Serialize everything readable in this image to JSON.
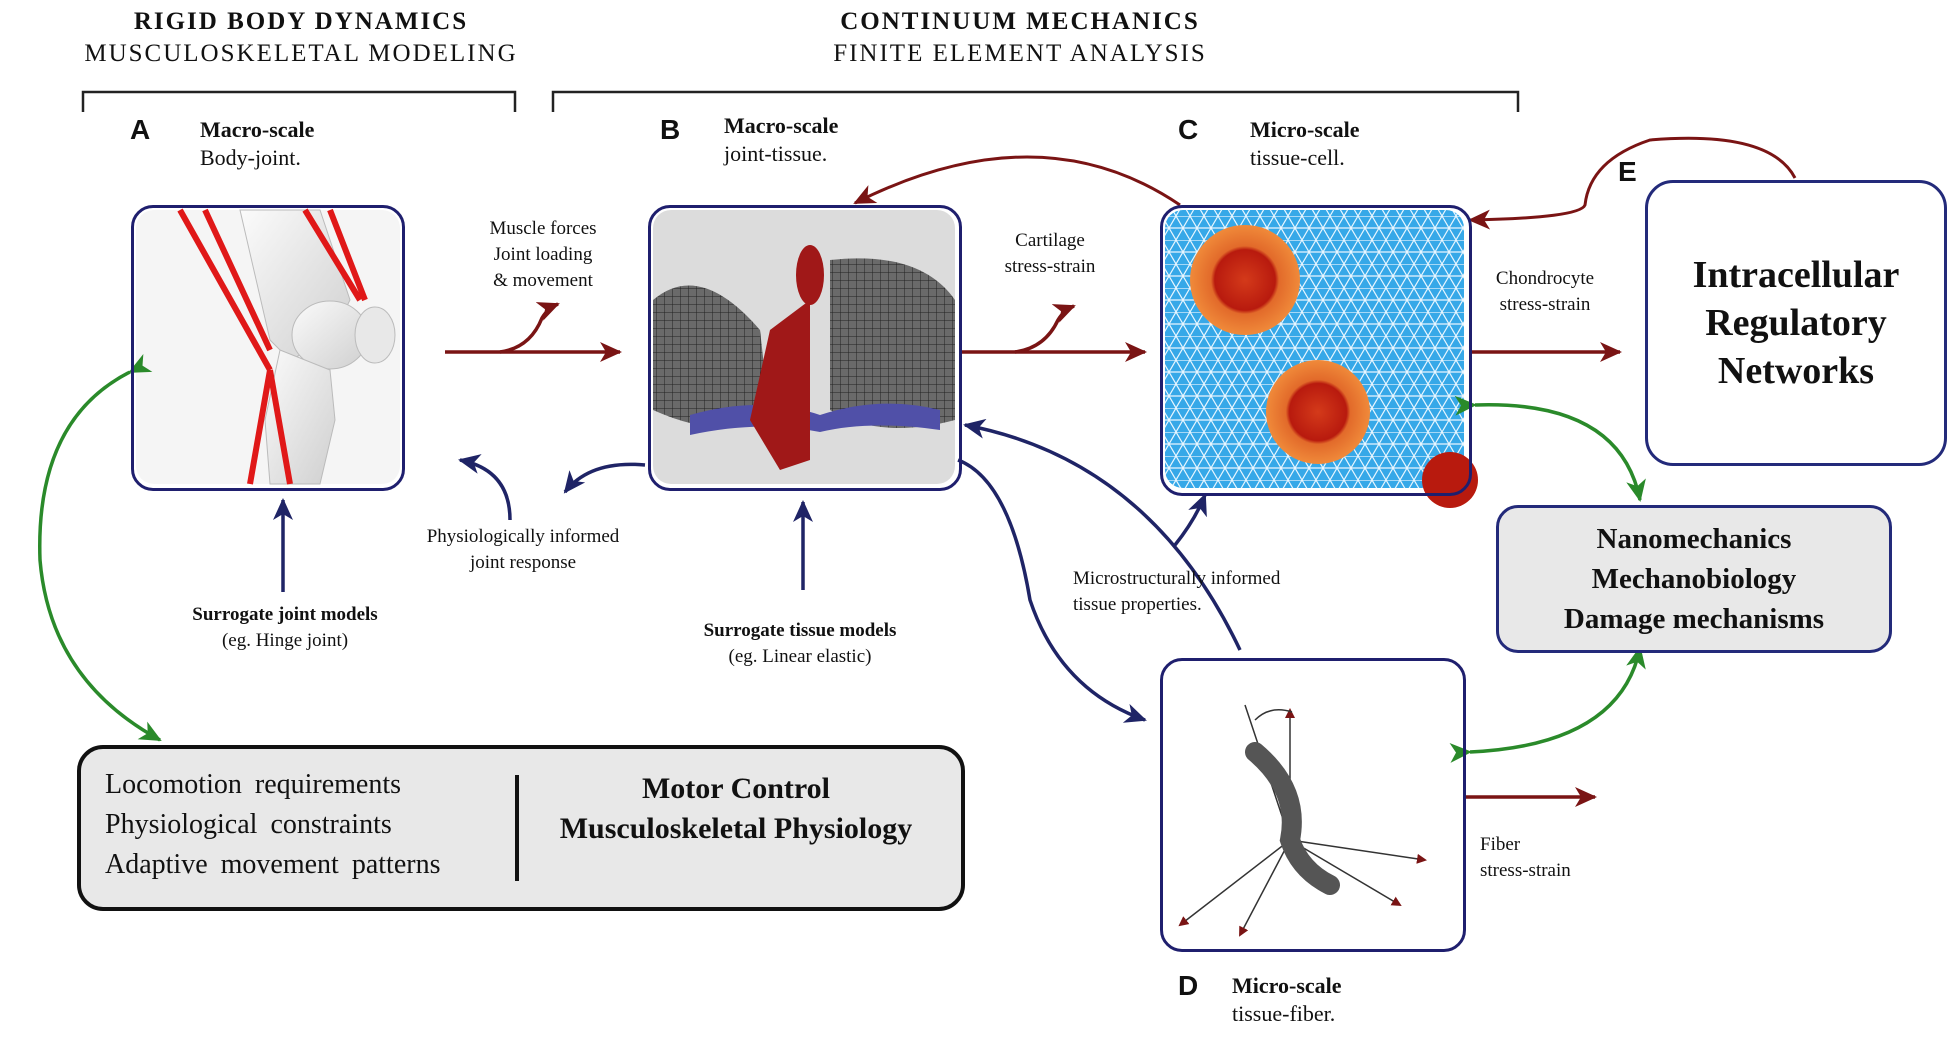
{
  "headers": {
    "left": {
      "line1": "RIGID BODY DYNAMICS",
      "line2": "MUSCULOSKELETAL MODELING"
    },
    "right": {
      "line1": "CONTINUUM MECHANICS",
      "line2": "FINITE ELEMENT ANALYSIS"
    }
  },
  "panels": {
    "A": {
      "letter": "A",
      "scale": "Macro-scale",
      "desc": "Body-joint."
    },
    "B": {
      "letter": "B",
      "scale": "Macro-scale",
      "desc": "joint-tissue."
    },
    "C": {
      "letter": "C",
      "scale": "Micro-scale",
      "desc": "tissue-cell."
    },
    "D": {
      "letter": "D",
      "scale": "Micro-scale",
      "desc": "tissue-fiber."
    },
    "E": {
      "letter": "E"
    }
  },
  "labels": {
    "muscle_forces": [
      "Muscle forces",
      "Joint loading",
      "& movement"
    ],
    "cartilage": [
      "Cartilage",
      "stress-strain"
    ],
    "chondrocyte": [
      "Chondrocyte",
      "stress-strain"
    ],
    "fiber": [
      "Fiber",
      "stress-strain"
    ],
    "physiologically": [
      "Physiologically informed",
      "joint response"
    ],
    "microstructurally": [
      "Microstructurally informed",
      "tissue properties."
    ],
    "surrogate_joint": {
      "title": "Surrogate joint models",
      "sub": "(eg. Hinge joint)"
    },
    "surrogate_tissue": {
      "title": "Surrogate tissue models",
      "sub": "(eg. Linear elastic)"
    }
  },
  "boxes": {
    "intracellular": [
      "Intracellular",
      "Regulatory",
      "Networks"
    ],
    "nanomechanics": [
      "Nanomechanics",
      "Mechanobiology",
      "Damage mechanisms"
    ],
    "motor_left": [
      "Locomotion requirements",
      "Physiological constraints",
      "Adaptive movement patterns"
    ],
    "motor_right": [
      "Motor Control",
      "Musculoskeletal Physiology"
    ]
  },
  "colors": {
    "red_arrow": "#7a1414",
    "navy_arrow": "#1f2466",
    "green_arrow": "#2a8a2a",
    "panel_border": "#1f1f6e"
  }
}
